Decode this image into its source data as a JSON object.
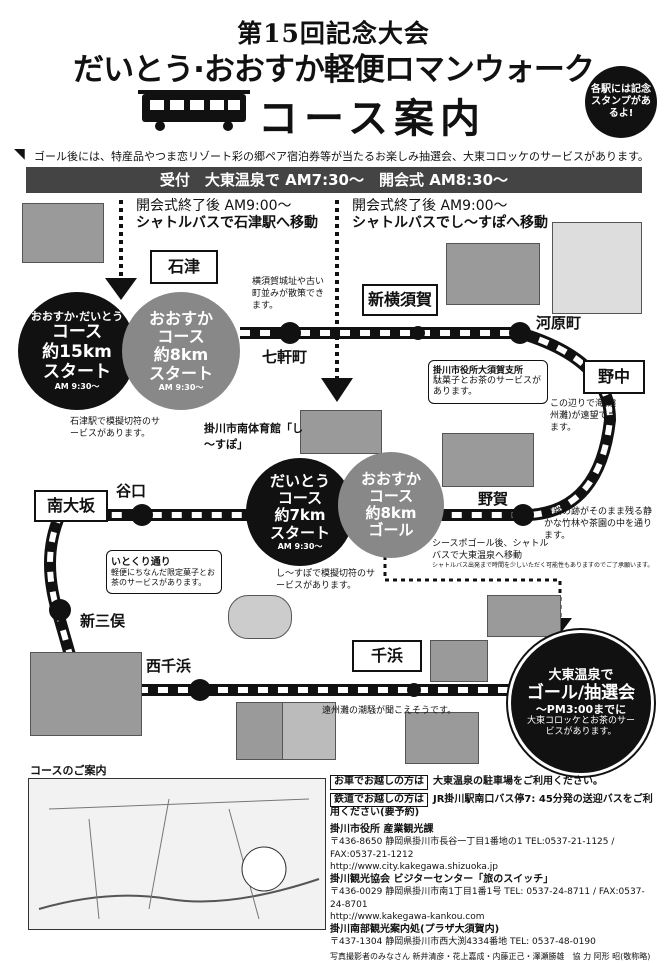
{
  "header": {
    "edition": "第15回記念大会",
    "event_name": "だいとう·おおすか軽便ロマンウォーク",
    "course_guide": "コース案内",
    "stamp_note": "各駅には記念スタンプがあるよ!"
  },
  "notice": "ゴール後には、特産品やつま恋リゾート彩の郷ペア宿泊券等が当たるお楽しみ抽選会、大東コロッケのサービスがあります。",
  "reception_bar": "受付　大東温泉で AM7:30～　開会式 AM8:30～",
  "transfer_left": {
    "line1": "開会式終了後 AM9:00～",
    "line2": "シャトルバスで石津駅へ移動"
  },
  "transfer_right": {
    "line1": "開会式終了後 AM9:00～",
    "line2": "シャトルバスでし～すぽへ移動"
  },
  "start_15": {
    "line1": "おおすか·だいとう",
    "line2": "コース",
    "line3": "約15km",
    "line4": "スタート",
    "time": "AM 9:30～"
  },
  "start_8": {
    "line1": "おおすか",
    "line2": "コース",
    "line3": "約8km",
    "line4": "スタート",
    "time": "AM 9:30～"
  },
  "start_7": {
    "line1": "だいとう",
    "line2": "コース",
    "line3": "約7km",
    "line4": "スタート",
    "time": "AM 9:30～"
  },
  "goal_8": {
    "line1": "おおすか",
    "line2": "コース",
    "line3": "約8km",
    "line4": "ゴール"
  },
  "stations": {
    "ishizu": "石津",
    "shichikencho": "七軒町",
    "shinyokosuka": "新横須賀",
    "kawaramachi": "河原町",
    "nonaka": "野中",
    "noga": "野賀",
    "taniguchi": "谷口",
    "minamioosaka": "南大坂",
    "shinmitsumata": "新三俣",
    "nishichihama": "西千浜",
    "chihama": "千浜"
  },
  "notes": {
    "ishizu_ticket": "石津駅で模擬切符のサービスがあります。",
    "castle_town": "横須賀城址や古い町並みが散策できます。",
    "branch_office": "掛川市役所大須賀支所",
    "branch_service": "駄菓子とお茶のサービスがあります。",
    "sea_view": "この辺りで海(遠州灘)が遠望できます。",
    "gym": "掛川市南体育館「し～すぽ」",
    "sispo_ticket": "し～すぽで模擬切符のサービスがあります。",
    "ruins": "線路の跡がそのまま残る静かな竹林や茶園の中を通ります。",
    "shuttle": "シースポゴール後、シャトルバスで大東温泉へ移動",
    "shuttle_sub": "シャトルバス出発まで時間を少しいただく可能性もありますのでご了承願います。",
    "itokuri": "いとくり通り",
    "itokuri_service": "軽便にちなんだ限定菓子とお茶のサービスがあります。",
    "sea_sound": "遠州灘の潮騒が聞こえそうです。"
  },
  "goal": {
    "line1": "大東温泉で",
    "line2": "ゴール/抽選会",
    "line3": "～PM3:00までに",
    "line4": "大東コロッケとお茶のサービスがあります。"
  },
  "map_title": "コースのご案内",
  "info": {
    "car_tag": "お車でお越しの方は",
    "car": "大東温泉の駐車場をご利用ください。",
    "rail_tag": "鉄道でお越しの方は",
    "rail": "JR掛川駅南口バス停7: 45分発の送迎バスをご利用ください(要予約)",
    "org1": "掛川市役所 産業観光課",
    "org1_detail": "〒436-8650 静岡県掛川市長谷一丁目1番地の1 TEL:0537-21-1125 / FAX:0537-21-1212",
    "org1_url": "http://www.city.kakegawa.shizuoka.jp",
    "org2": "掛川観光協会 ビジターセンター「旅のスイッチ」",
    "org2_detail": "〒436-0029 静岡県掛川市南1丁目1番1号 TEL: 0537-24-8711 / FAX:0537-24-8701",
    "org2_url": "http://www.kakegawa-kankou.com",
    "org3": "掛川南部観光案内処(プラザ大須賀内)",
    "org3_detail": "〒437-1304 静岡県掛川市西大渕4334番地 TEL: 0537-48-0190",
    "credit": "写真撮影者のみなさん 新井清彦・花上嘉成・内藤正己・澤瀬勝雄　協 力 阿形 昭(敬称略)"
  }
}
